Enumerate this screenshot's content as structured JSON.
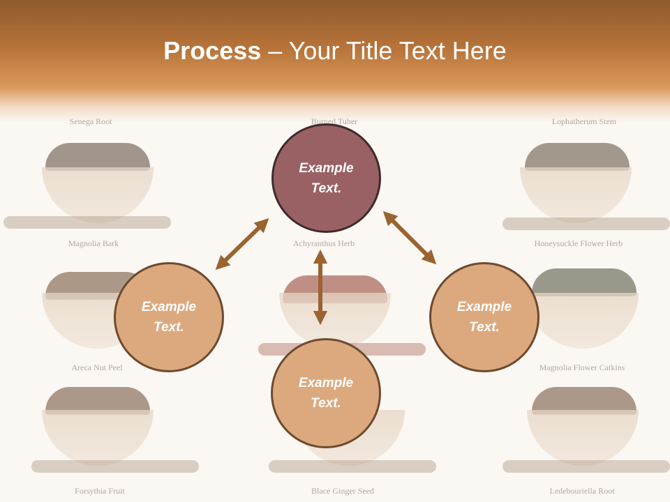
{
  "title": {
    "bold": "Process",
    "separator": " – ",
    "rest": "Your Title Text Here"
  },
  "background_labels": [
    "Senega Root",
    "Burned Tuber",
    "Lophatherum Stem",
    "Magnolia Bark",
    "Achyranthus Herb",
    "Honeysuckle Flower Herb",
    "Areca Nut Peel",
    "Magnolia Flower Catkins",
    "Forsythia Fruit",
    "Blace Ginger Seed",
    "Ledebouriella Root"
  ],
  "nodes": {
    "top": "Example\nText.",
    "left": "Example\nText.",
    "right": "Example\nText.",
    "bottom": "Example\nText."
  },
  "colors": {
    "header_brown": "#b8743a",
    "top_node_fill": "#9a6164",
    "side_node_fill": "#dca97e",
    "arrow": "#9a6330"
  }
}
